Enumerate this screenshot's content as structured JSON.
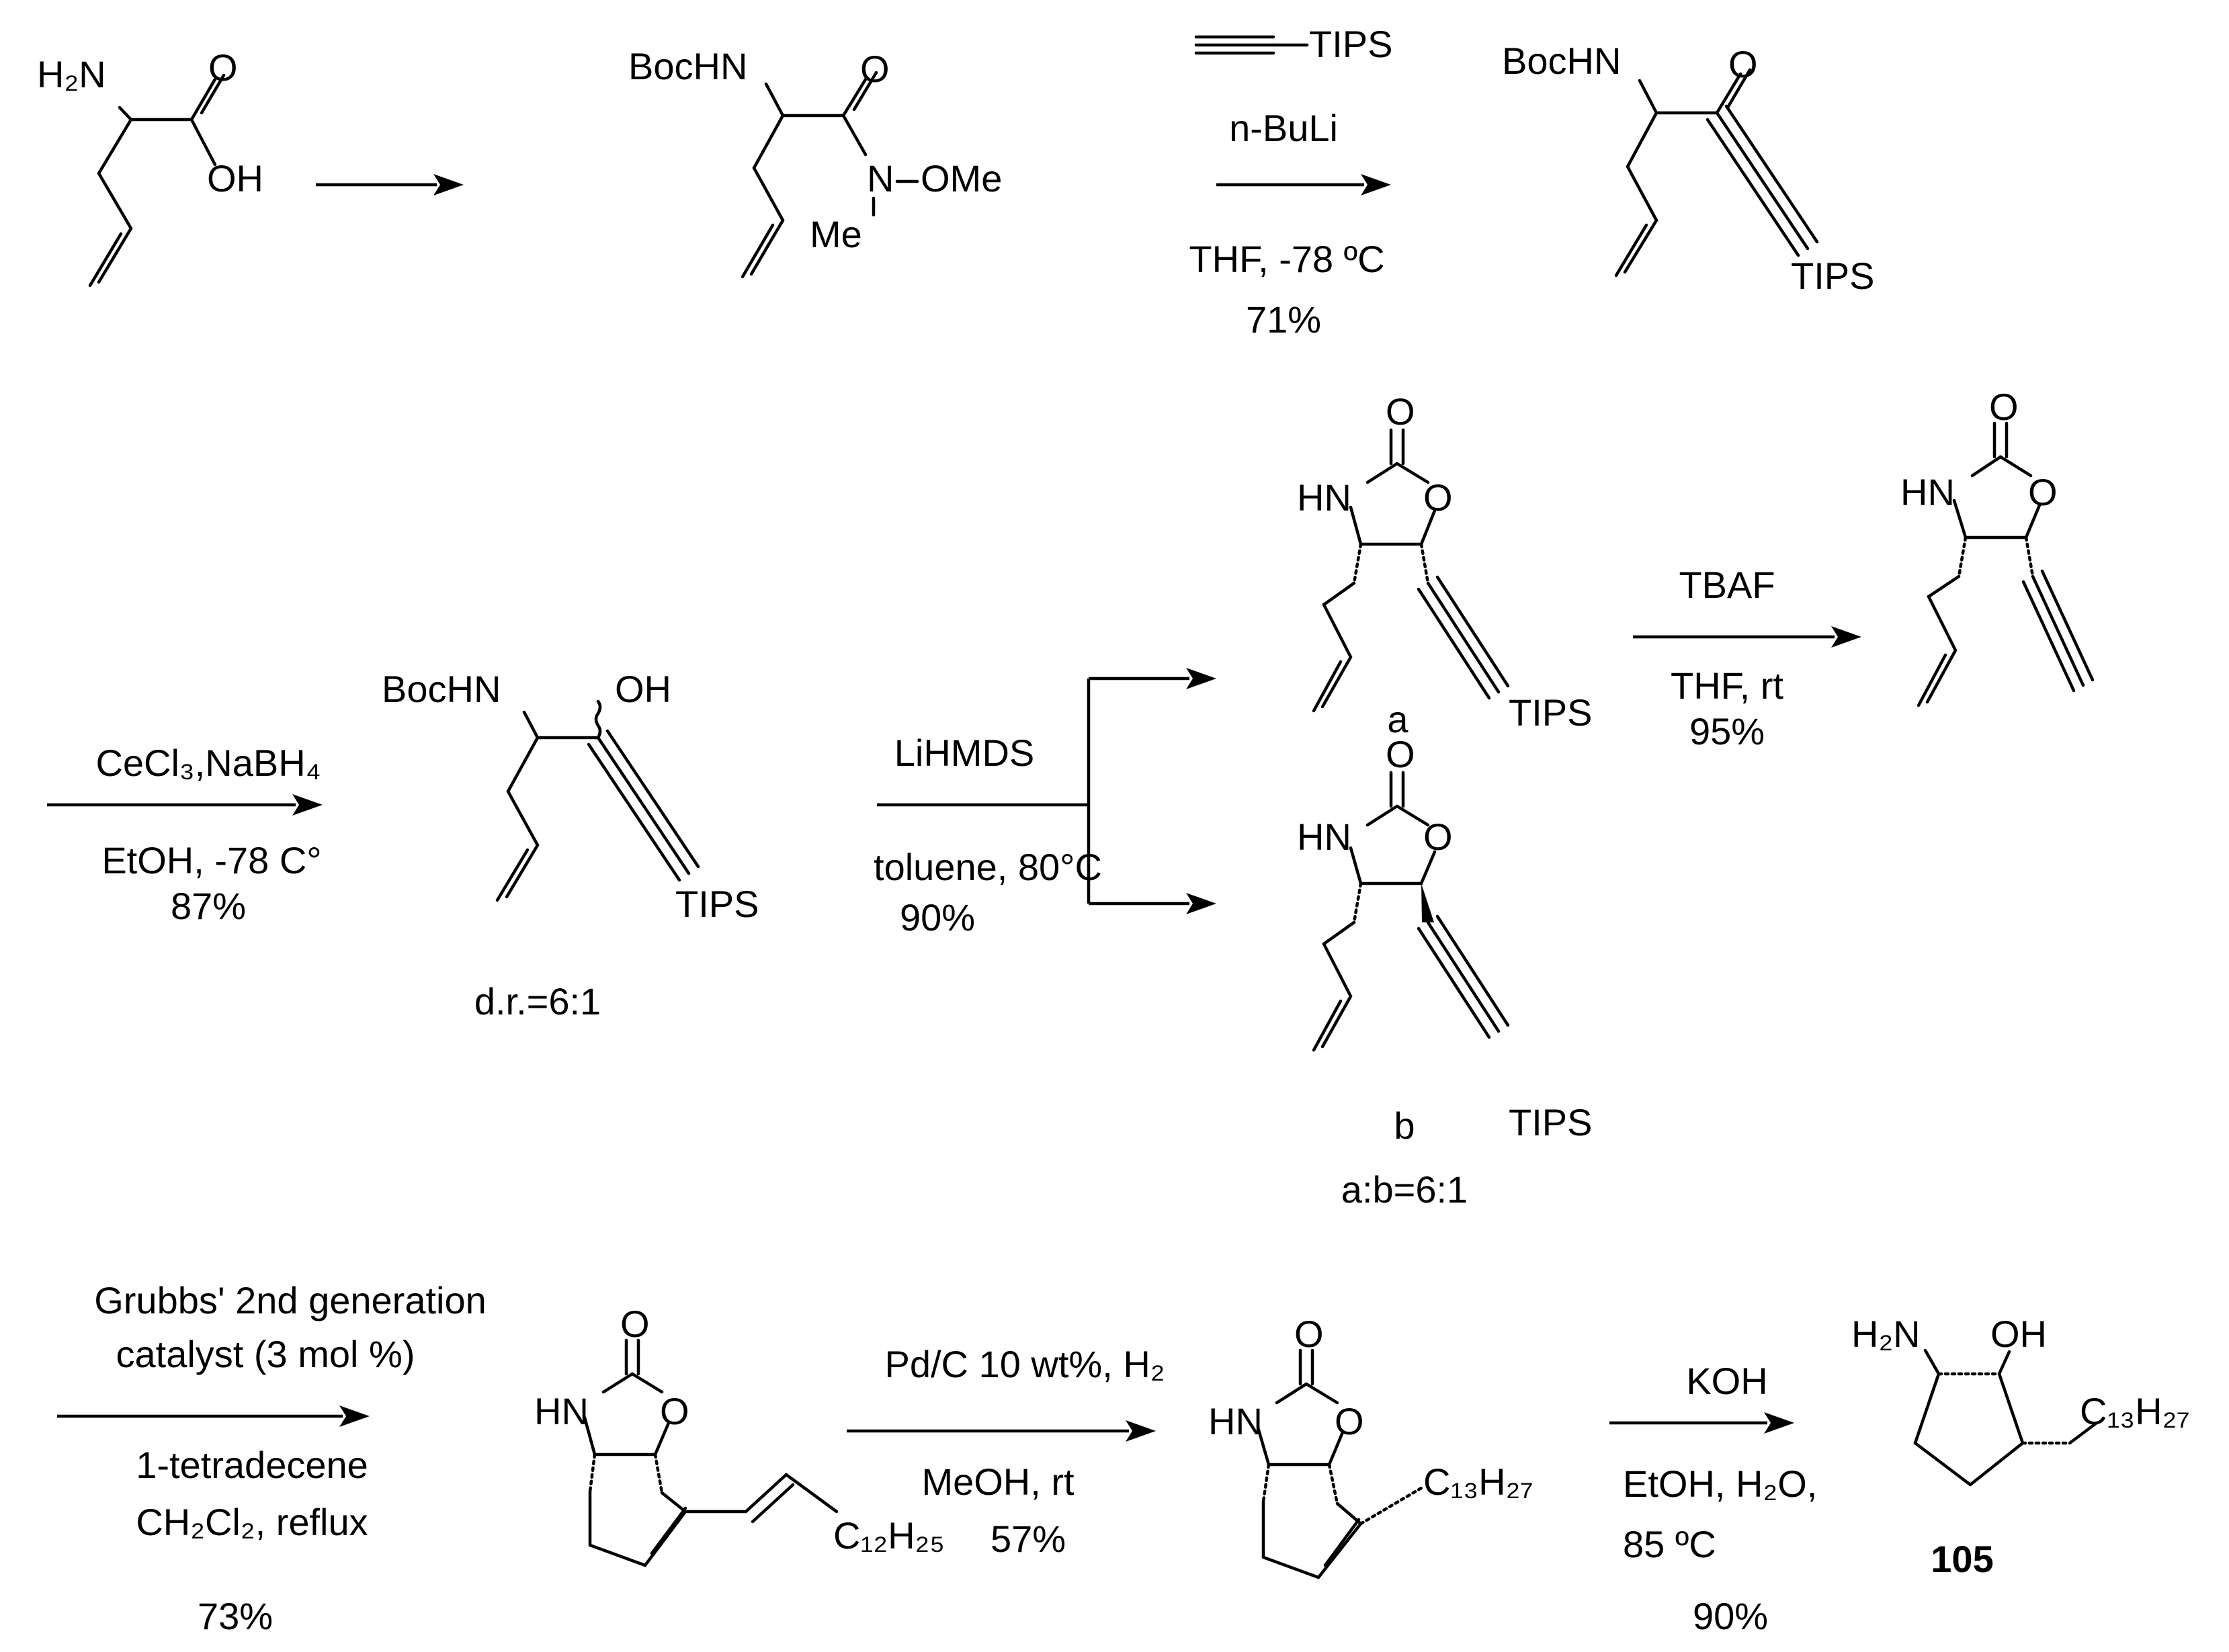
{
  "molecule_labels": {
    "m1": {
      "nh2": "H₂N",
      "o": "O",
      "oh": "OH"
    },
    "m2": {
      "bochn": "BocHN",
      "o": "O",
      "n": "N",
      "ome": "OMe",
      "me": "Me"
    },
    "m3": {
      "bochn": "BocHN",
      "o": "O",
      "tips": "TIPS"
    },
    "m4": {
      "bochn": "BocHN",
      "oh": "OH",
      "tips": "TIPS",
      "note": "d.r.=6:1"
    },
    "m5a": {
      "o_top": "O",
      "hn": "HN",
      "o_ring": "O",
      "tips": "TIPS",
      "label": "a"
    },
    "m5b": {
      "o_top": "O",
      "hn": "HN",
      "o_ring": "O",
      "tips": "TIPS",
      "label": "b",
      "note": "a:b=6:1"
    },
    "m6": {
      "o_top": "O",
      "hn": "HN",
      "o_ring": "O"
    },
    "m7": {
      "o_top": "O",
      "hn": "HN",
      "o_ring": "O",
      "chain": "C₁₂H₂₅"
    },
    "m8": {
      "o_top": "O",
      "hn": "HN",
      "o_ring": "O",
      "chain": "C₁₃H₂₇"
    },
    "m9": {
      "nh2": "H₂N",
      "oh": "OH",
      "chain": "C₁₃H₂₇",
      "compound_number": "105"
    }
  },
  "reactions": {
    "r2": {
      "above1": "TIPS",
      "above2": "n-BuLi",
      "below1": "THF, -78 ºC",
      "below2": "71%"
    },
    "r3": {
      "above1": "CeCl₃,NaBH₄",
      "below1": "EtOH, -78 C°",
      "below2": "87%"
    },
    "r4": {
      "above1": "LiHMDS",
      "below1": "toluene, 80°C",
      "below2": "90%"
    },
    "r5": {
      "above1": "TBAF",
      "below1": "THF, rt",
      "below2": "95%"
    },
    "r6": {
      "above1": "Grubbs' 2nd generation",
      "above2": "catalyst (3 mol %)",
      "below1": "1-tetradecene",
      "below2": "CH₂Cl₂, reflux",
      "below3": "73%"
    },
    "r7": {
      "above1": "Pd/C 10 wt%, H₂",
      "below1": "MeOH, rt",
      "below2": "57%"
    },
    "r8": {
      "above1": "KOH",
      "below1": "EtOH, H₂O,",
      "below2": "85 ºC",
      "below3": "90%"
    }
  }
}
